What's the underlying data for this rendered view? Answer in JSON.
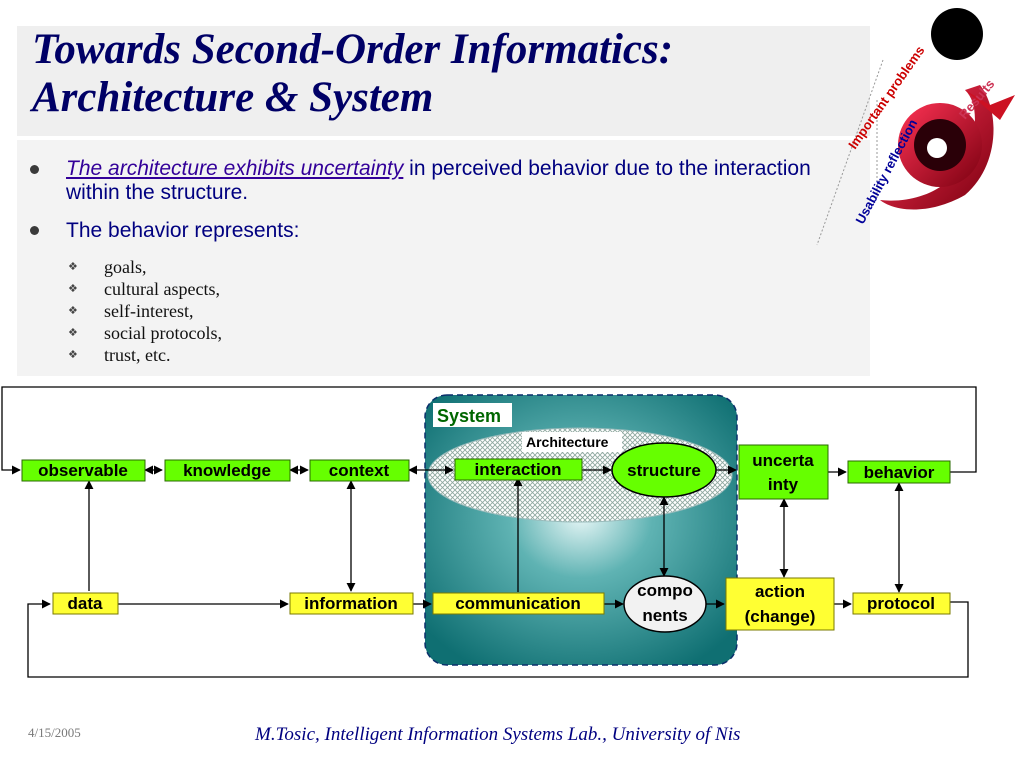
{
  "slide": {
    "title_line1": "Towards Second-Order Informatics:",
    "title_line2": "Architecture & System",
    "bullets": [
      {
        "highlight": "The architecture exhibits uncertainty",
        "text": " in perceived behavior due to the interaction within the structure."
      },
      {
        "text": "The behavior represents:"
      }
    ],
    "sub_bullets": [
      "goals,",
      "cultural aspects,",
      "self-interest,",
      "social protocols,",
      "trust, etc."
    ]
  },
  "logo": {
    "labels": [
      "Important problems",
      "Usability reflection",
      "Results"
    ]
  },
  "diagram": {
    "system_label": "System",
    "architecture_label": "Architecture",
    "nodes": {
      "observable": "observable",
      "knowledge": "knowledge",
      "context": "context",
      "interaction": "interaction",
      "structure": "structure",
      "uncertainty_line1": "uncerta",
      "uncertainty_line2": "inty",
      "behavior": "behavior",
      "data": "data",
      "information": "information",
      "communication": "communication",
      "components_line1": "compo",
      "components_line2": "nents",
      "action_line1": "action",
      "action_line2": "(change)",
      "protocol": "protocol"
    },
    "colors": {
      "green_box": "#66ff00",
      "yellow_box": "#ffff33",
      "system_fill": "#1c8a8a",
      "system_label_color": "#006600"
    }
  },
  "footer": {
    "date": "4/15/2005",
    "credit": "M.Tosic, Intelligent Information Systems Lab., University of Nis"
  }
}
